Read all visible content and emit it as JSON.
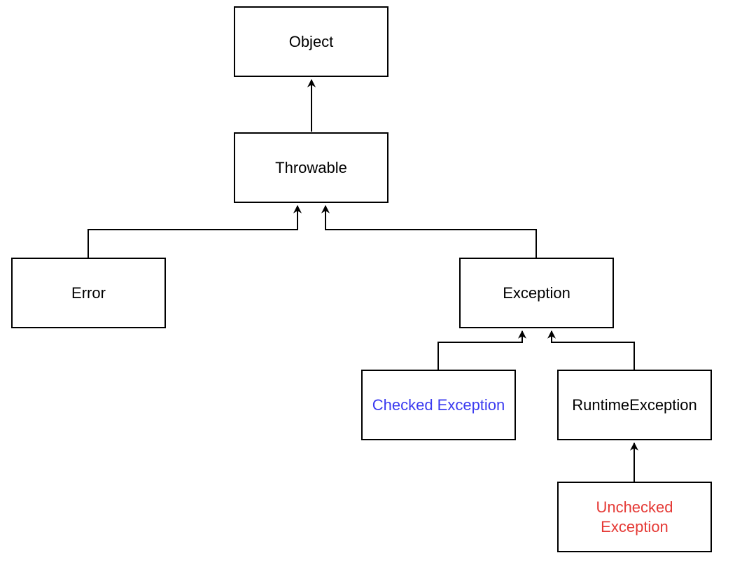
{
  "diagram": {
    "nodes": {
      "object": {
        "label": "Object"
      },
      "throwable": {
        "label": "Throwable"
      },
      "error": {
        "label": "Error"
      },
      "exception": {
        "label": "Exception"
      },
      "checked_exception": {
        "label": "Checked Exception",
        "color": "#3b3bf0"
      },
      "runtime_exception": {
        "label": "RuntimeException"
      },
      "unchecked_exception": {
        "label": "Unchecked\nException",
        "color": "#e53935"
      }
    },
    "edges": [
      {
        "from": "throwable",
        "to": "object"
      },
      {
        "from": "error",
        "to": "throwable"
      },
      {
        "from": "exception",
        "to": "throwable"
      },
      {
        "from": "checked_exception",
        "to": "exception"
      },
      {
        "from": "runtime_exception",
        "to": "exception"
      },
      {
        "from": "unchecked_exception",
        "to": "runtime_exception"
      }
    ]
  }
}
